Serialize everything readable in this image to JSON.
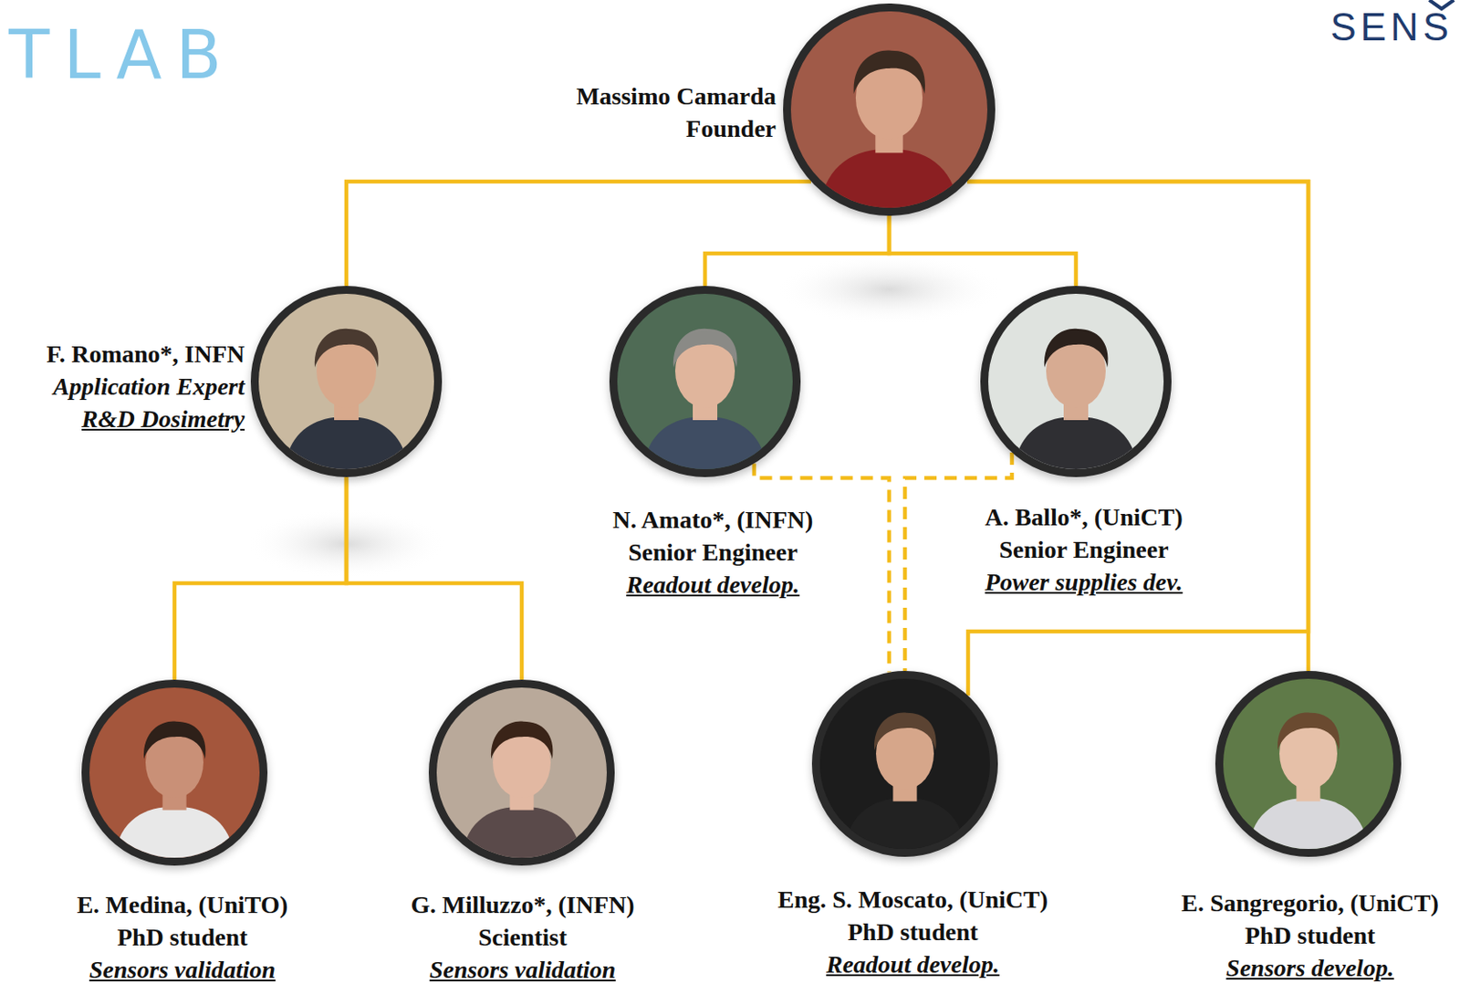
{
  "diagram": {
    "nodes": [
      {
        "text": [
          "Massimo Camarda",
          "Founder"
        ]
      },
      {
        "text": [
          "F. Romano*, INFN",
          "Application Expert",
          "R&D Dosimetry"
        ]
      },
      {
        "text": [
          "N. Amato*, (INFN)",
          "Senior Engineer",
          "Readout develop."
        ]
      },
      {
        "text": [
          "A. Ballo*, (UniCT)",
          "Senior Engineer",
          "Power supplies dev."
        ]
      },
      {
        "text": [
          "E. Medina, (UniTO)",
          "PhD student",
          "Sensors validation"
        ]
      },
      {
        "text": [
          "G. Milluzzo*, (INFN)",
          "Scientist",
          "Sensors validation"
        ]
      },
      {
        "text": [
          "Eng. S. Moscato, (UniCT)",
          "PhD student",
          "Readout develop."
        ]
      },
      {
        "text": [
          "E. Sangregorio, (UniCT)",
          "PhD student",
          "Sensors develop."
        ]
      }
    ],
    "edges": [
      {
        "from": 0,
        "to": 1,
        "arrow": "none"
      },
      {
        "from": 0,
        "to": 2,
        "arrow": "none"
      },
      {
        "from": 0,
        "to": 3,
        "arrow": "none"
      },
      {
        "from": 0,
        "to": 7,
        "arrow": "none"
      },
      {
        "from": 0,
        "to": 6,
        "arrow": "none"
      },
      {
        "from": 1,
        "to": 4,
        "arrow": "none"
      },
      {
        "from": 1,
        "to": 5,
        "arrow": "none"
      },
      {
        "from": 2,
        "to": 6,
        "arrow": "none"
      },
      {
        "from": 3,
        "to": 6,
        "arrow": "none"
      }
    ],
    "labels": [
      "TLAB",
      "SENS"
    ]
  }
}
